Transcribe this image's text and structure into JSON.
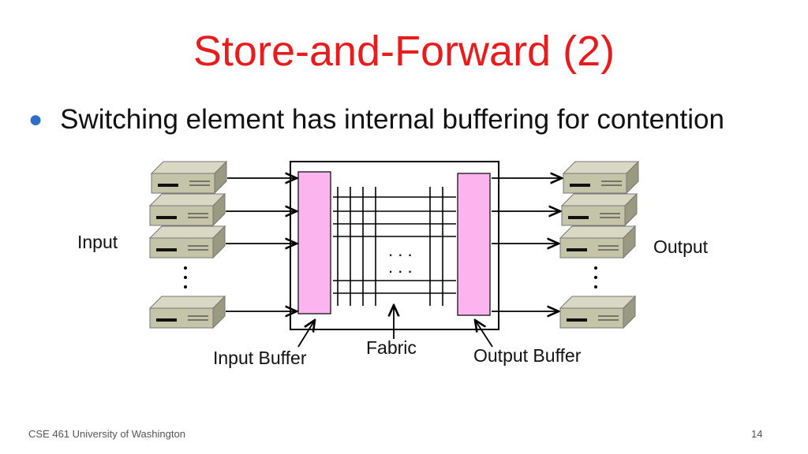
{
  "slide": {
    "title": "Store-and-Forward (2)",
    "bullet": "Switching element has internal buffering for contention"
  },
  "diagram": {
    "input_label": "Input",
    "output_label": "Output",
    "input_buffer_label": "Input Buffer",
    "fabric_label": "Fabric",
    "output_buffer_label": "Output Buffer",
    "dots_h_1": ". . .",
    "dots_h_2": ". . .",
    "colors": {
      "buffer_fill": "#fbb4ee",
      "host_top": "#d8d8c4",
      "host_front": "#c4c4a8",
      "host_side": "#9a9a80"
    }
  },
  "footer": {
    "course": "CSE 461 University of Washington",
    "page": "14"
  }
}
